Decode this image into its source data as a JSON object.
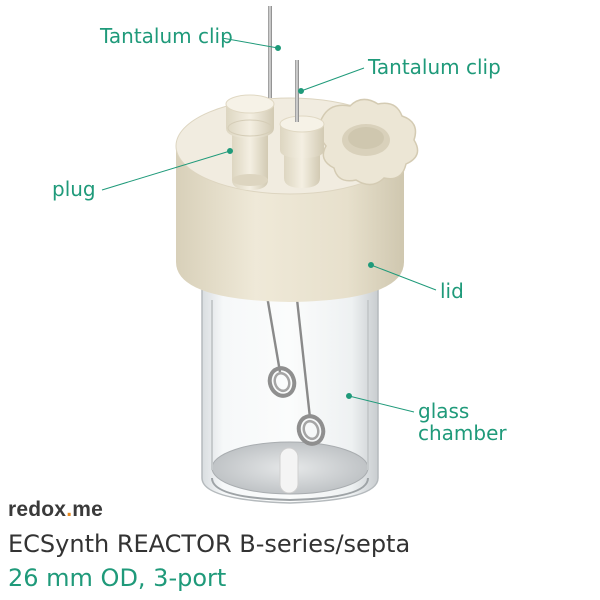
{
  "labels": {
    "tantalum_clip_1": "Tantalum clip",
    "tantalum_clip_2": "Tantalum clip",
    "plug": "plug",
    "lid": "lid",
    "glass_chamber": "glass chamber"
  },
  "brand": {
    "name_start": "redox",
    "name_dot": ".",
    "name_end": "me"
  },
  "product": {
    "title": "ECSynth REACTOR B-series/septa",
    "subtitle": "26 mm OD, 3-port"
  },
  "colors": {
    "label_accent": "#1f9a7a",
    "lid": "#e9e2cf",
    "brand_dot": "#e8891f"
  }
}
